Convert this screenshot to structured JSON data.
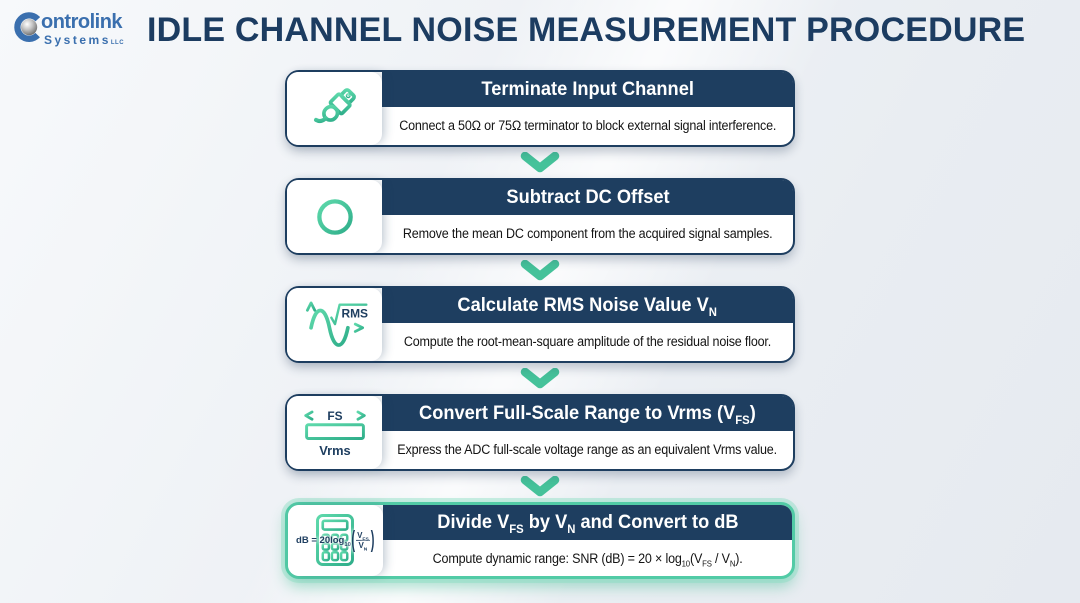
{
  "logo": {
    "initial": "C",
    "brand_rest": "ontrolink",
    "division": "Systems",
    "suffix": "LLC"
  },
  "header": {
    "title": "IDLE CHANNEL NOISE MEASUREMENT PROCEDURE"
  },
  "steps": [
    {
      "icon": "terminator-plug-icon",
      "title": [
        {
          "t": "Terminate Input Channel"
        }
      ],
      "desc": [
        {
          "t": "Connect a 50Ω or 75Ω terminator to block external signal interference."
        }
      ]
    },
    {
      "icon": "minus-circle-icon",
      "title": [
        {
          "t": "Subtract DC Offset"
        }
      ],
      "desc": [
        {
          "t": "Remove the mean DC component from the acquired signal samples."
        }
      ]
    },
    {
      "icon": "rms-wave-icon",
      "title": [
        {
          "t": "Calculate RMS Noise Value V"
        },
        {
          "t": "N",
          "sub": true
        }
      ],
      "desc": [
        {
          "t": "Compute the root-mean-square amplitude of the residual noise floor."
        }
      ]
    },
    {
      "icon": "fs-ruler-icon",
      "title": [
        {
          "t": "Convert Full-Scale Range to Vrms (V"
        },
        {
          "t": "FS",
          "sub": true
        },
        {
          "t": ")"
        }
      ],
      "desc": [
        {
          "t": "Express the ADC full-scale voltage range as an equivalent Vrms value."
        }
      ]
    },
    {
      "icon": "calculator-formula-icon",
      "highlight": true,
      "title": [
        {
          "t": "Divide V"
        },
        {
          "t": "FS",
          "sub": true
        },
        {
          "t": " by V"
        },
        {
          "t": "N",
          "sub": true
        },
        {
          "t": " and Convert to dB"
        }
      ],
      "desc": [
        {
          "t": "Compute dynamic range: SNR (dB) = 20 × log"
        },
        {
          "t": "10",
          "sub": true
        },
        {
          "t": "(V"
        },
        {
          "t": "FS",
          "sub": true
        },
        {
          "t": " / V"
        },
        {
          "t": "N",
          "sub": true
        },
        {
          "t": ")."
        }
      ]
    }
  ],
  "icons": {
    "rms_label": "RMS",
    "fs_label": "FS",
    "vrms_label": "Vrms",
    "calc_formula_prefix": "dB = 20log",
    "calc_formula_sub": "10",
    "calc_frac_top": [
      {
        "t": "V"
      },
      {
        "t": "FS",
        "sub": true
      }
    ],
    "calc_frac_bottom": [
      {
        "t": "V"
      },
      {
        "t": "N",
        "sub": true
      }
    ],
    "paren_open": "(",
    "paren_close": ")"
  },
  "colors": {
    "navy": "#1e3e60",
    "teal_accent": "#45c29a",
    "teal_gradient_light": "#5ed9ab",
    "teal_gradient_dark": "#2fae8a",
    "highlight_border": "#52cba6",
    "logo_blue": "#3a6fae",
    "title_navy": "#1c3c61"
  }
}
